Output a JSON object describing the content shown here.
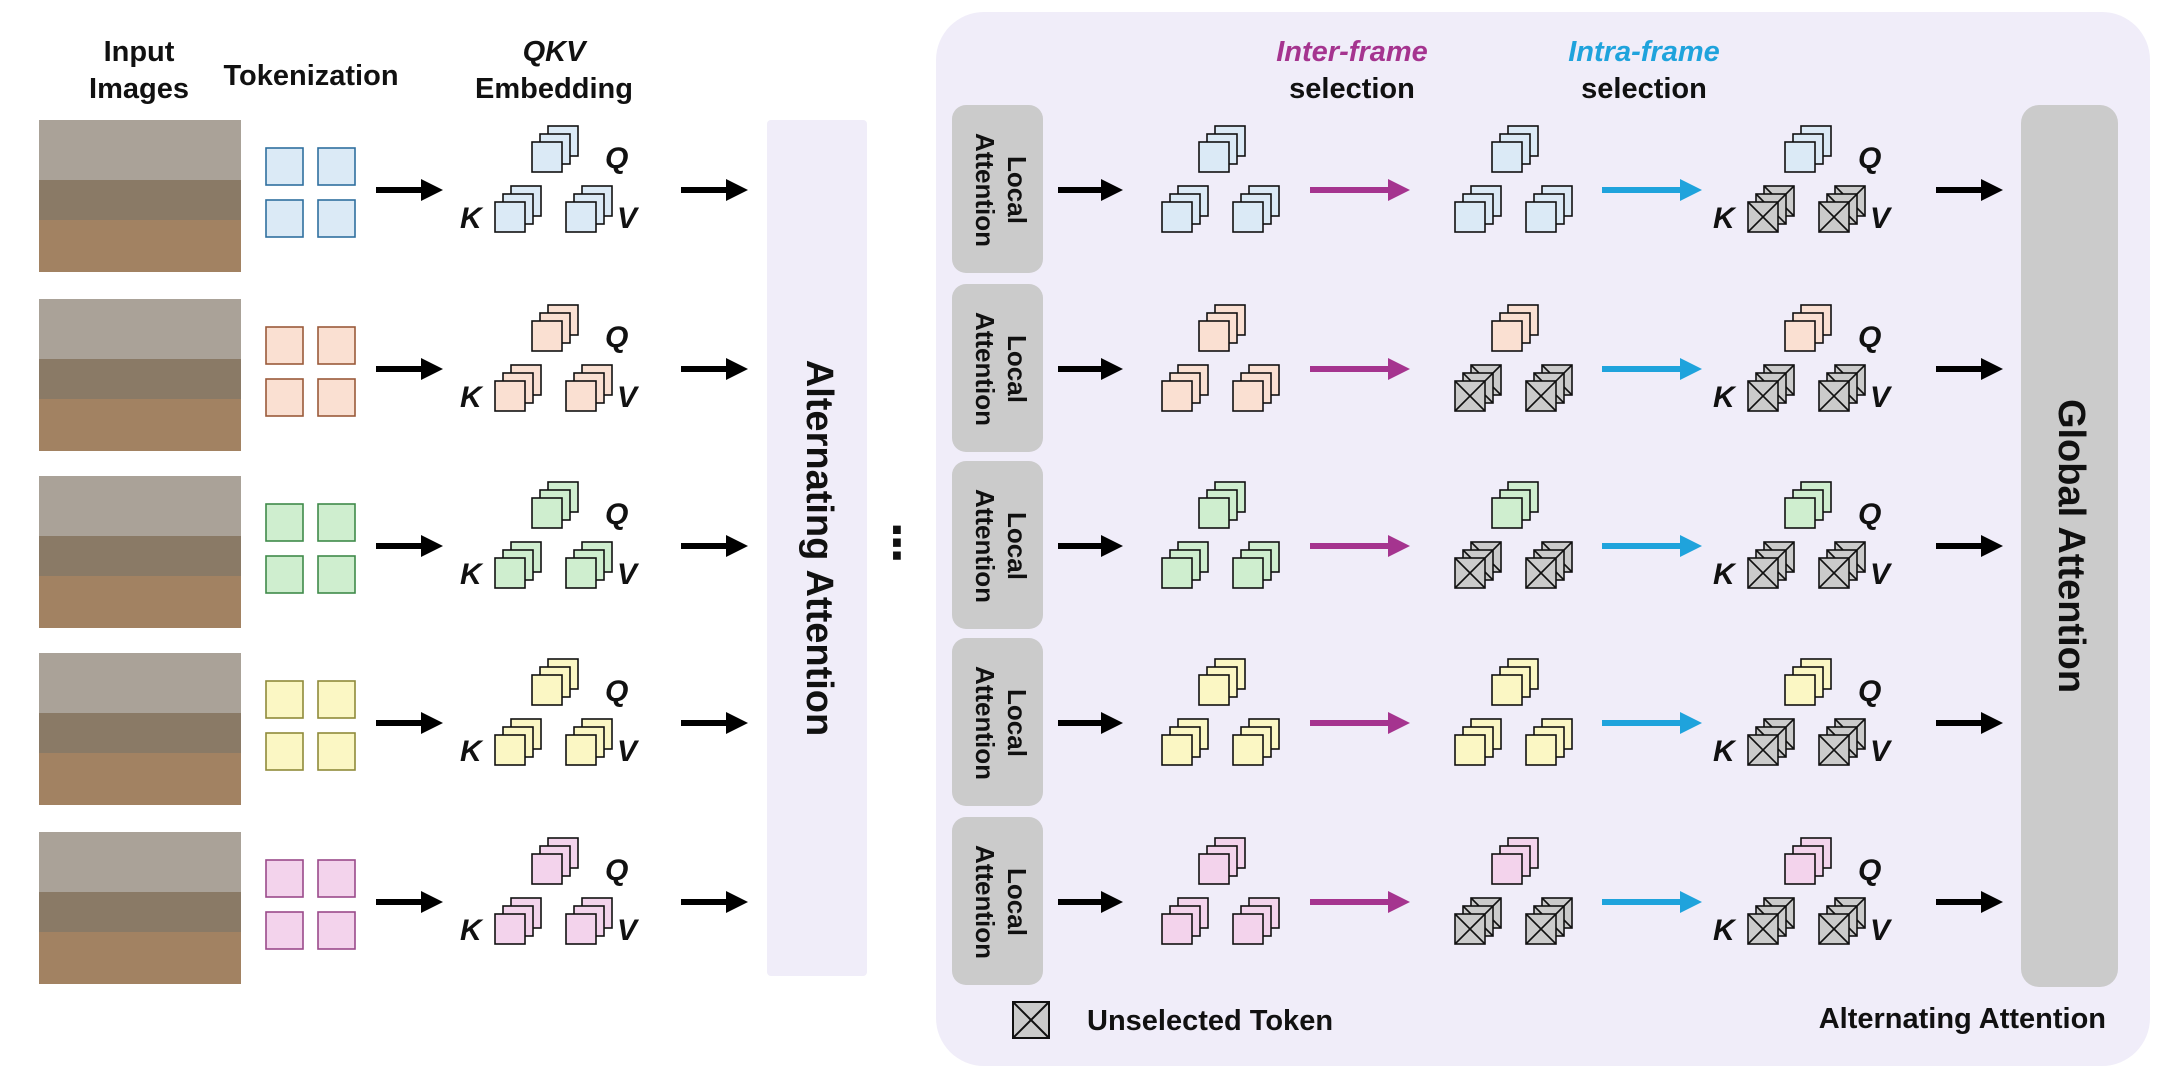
{
  "headers": {
    "input_images_line1": "Input",
    "input_images_line2": "Images",
    "tokenization": "Tokenization",
    "qkv_line1": "QKV",
    "qkv_line2": "Embedding",
    "inter_frame": "Inter-frame",
    "intra_frame": "Intra-frame",
    "selection": "selection"
  },
  "labels": {
    "q": "Q",
    "k": "K",
    "v": "V",
    "ellipsis": "⋮",
    "alternating_attention_bar": "Alternating Attention",
    "global_attention": "Global Attention",
    "local_attention_line1": "Local",
    "local_attention_line2": "Attention",
    "legend_unselected": "Unselected Token",
    "panel_title": "Alternating Attention"
  },
  "rows": [
    {
      "fill": "#dbeaf6",
      "stroke": "#2f6f9f",
      "inter_unselected": false,
      "intra_unselected": true
    },
    {
      "fill": "#fae0d2",
      "stroke": "#9a5a3a",
      "inter_unselected": true,
      "intra_unselected": true
    },
    {
      "fill": "#cfeecf",
      "stroke": "#3f8a4a",
      "inter_unselected": true,
      "intra_unselected": true
    },
    {
      "fill": "#fbf7c4",
      "stroke": "#8f8a3a",
      "inter_unselected": false,
      "intra_unselected": true
    },
    {
      "fill": "#f3d3ec",
      "stroke": "#9a4a8a",
      "inter_unselected": true,
      "intra_unselected": true
    }
  ],
  "colors": {
    "inter_arrow": "#a5348f",
    "intra_arrow": "#1fa3dc",
    "black_arrow": "#000000",
    "panel_bg": "#f0edf9",
    "bar_bg": "#f0edf9",
    "local_box": "#cbcbcb",
    "global_box": "#cbcbcb",
    "unselected_fill": "#cbcbcb"
  }
}
